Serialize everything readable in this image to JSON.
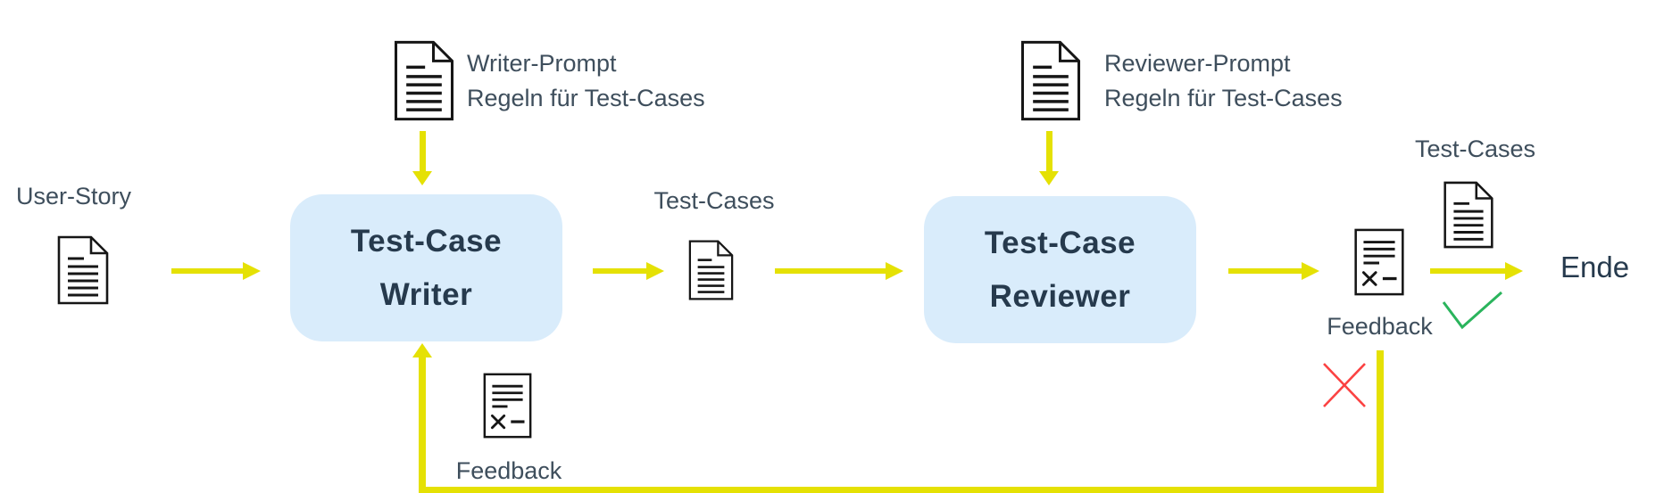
{
  "colors": {
    "arrow_yellow": "#e5e104",
    "box_fill": "#d9ecfb",
    "box_text": "#263a4d",
    "label_text": "#3e4e5c",
    "check_green": "#2ab45c",
    "cross_red": "#fb4242",
    "icon_stroke": "#161616"
  },
  "nodes": {
    "user_story": {
      "label": "User-Story"
    },
    "writer_prompt": {
      "title": "Writer-Prompt",
      "subtitle": "Regeln für Test-Cases"
    },
    "writer": {
      "line1": "Test-Case",
      "line2": "Writer"
    },
    "test_cases_mid": {
      "label": "Test-Cases"
    },
    "reviewer_prompt": {
      "title": "Reviewer-Prompt",
      "subtitle": "Regeln für Test-Cases"
    },
    "reviewer": {
      "line1": "Test-Case",
      "line2": "Reviewer"
    },
    "feedback_out": {
      "label": "Feedback"
    },
    "test_cases_final": {
      "label": "Test-Cases"
    },
    "ende": {
      "label": "Ende"
    },
    "feedback_loop": {
      "label": "Feedback"
    }
  }
}
